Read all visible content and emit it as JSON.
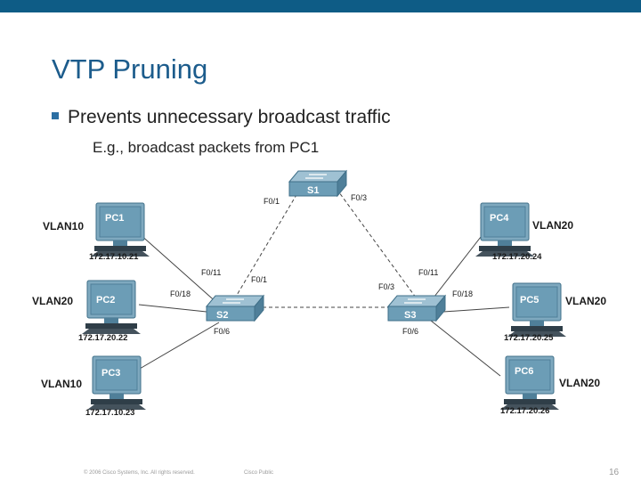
{
  "colors": {
    "topbar": "#0e5c86",
    "title": "#1c5c8c",
    "bullet": "#2c6fa3",
    "device": "#6c9db6",
    "device_dark": "#3f6f88"
  },
  "slide": {
    "title": "VTP Pruning",
    "bullet": "Prevents unnecessary broadcast traffic",
    "sub": "E.g., broadcast packets from PC1",
    "footer_copyright": "© 2006 Cisco Systems, Inc. All rights reserved.",
    "footer_public": "Cisco Public",
    "page_number": "16"
  },
  "switches": {
    "s1": {
      "name": "S1"
    },
    "s2": {
      "name": "S2"
    },
    "s3": {
      "name": "S3"
    }
  },
  "pcs": {
    "pc1": {
      "name": "PC1",
      "vlan": "VLAN10",
      "ip": "172.17.10.21"
    },
    "pc2": {
      "name": "PC2",
      "vlan": "VLAN20",
      "ip": "172.17.20.22"
    },
    "pc3": {
      "name": "PC3",
      "vlan": "VLAN10",
      "ip": "172.17.10.23"
    },
    "pc4": {
      "name": "PC4",
      "vlan": "VLAN20",
      "ip": "172.17.20.24"
    },
    "pc5": {
      "name": "PC5",
      "vlan": "VLAN20",
      "ip": "172.17.20.25"
    },
    "pc6": {
      "name": "PC6",
      "vlan": "VLAN20",
      "ip": "172.17.20.26"
    }
  },
  "ports": {
    "s1_left": "F0/1",
    "s1_right": "F0/3",
    "s2_f011": "F0/11",
    "s2_f018": "F0/18",
    "s2_f01": "F0/1",
    "s2_f06": "F0/6",
    "s3_f011": "F0/11",
    "s3_f03": "F0/3",
    "s3_f018": "F0/18",
    "s3_f06": "F0/6"
  }
}
